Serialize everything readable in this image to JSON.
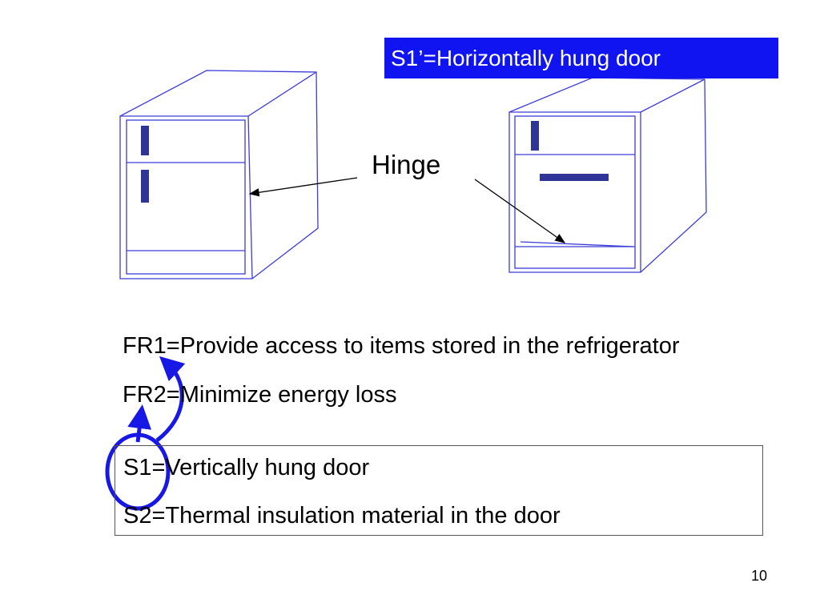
{
  "callout": {
    "text": "S1’=Horizontally hung door"
  },
  "hinge_label": "Hinge",
  "functional_requirements": [
    "FR1=Provide access to items stored in the refrigerator",
    "FR2=Minimize energy loss"
  ],
  "design_parameters": [
    "S1=Vertically hung door",
    "S2=Thermal insulation material in the door"
  ],
  "slide_number": "10",
  "colors": {
    "callout_bg": "#0f14f0",
    "outline": "#3c3cd8",
    "handle": "#2e3596",
    "highlight": "#1717e6"
  }
}
